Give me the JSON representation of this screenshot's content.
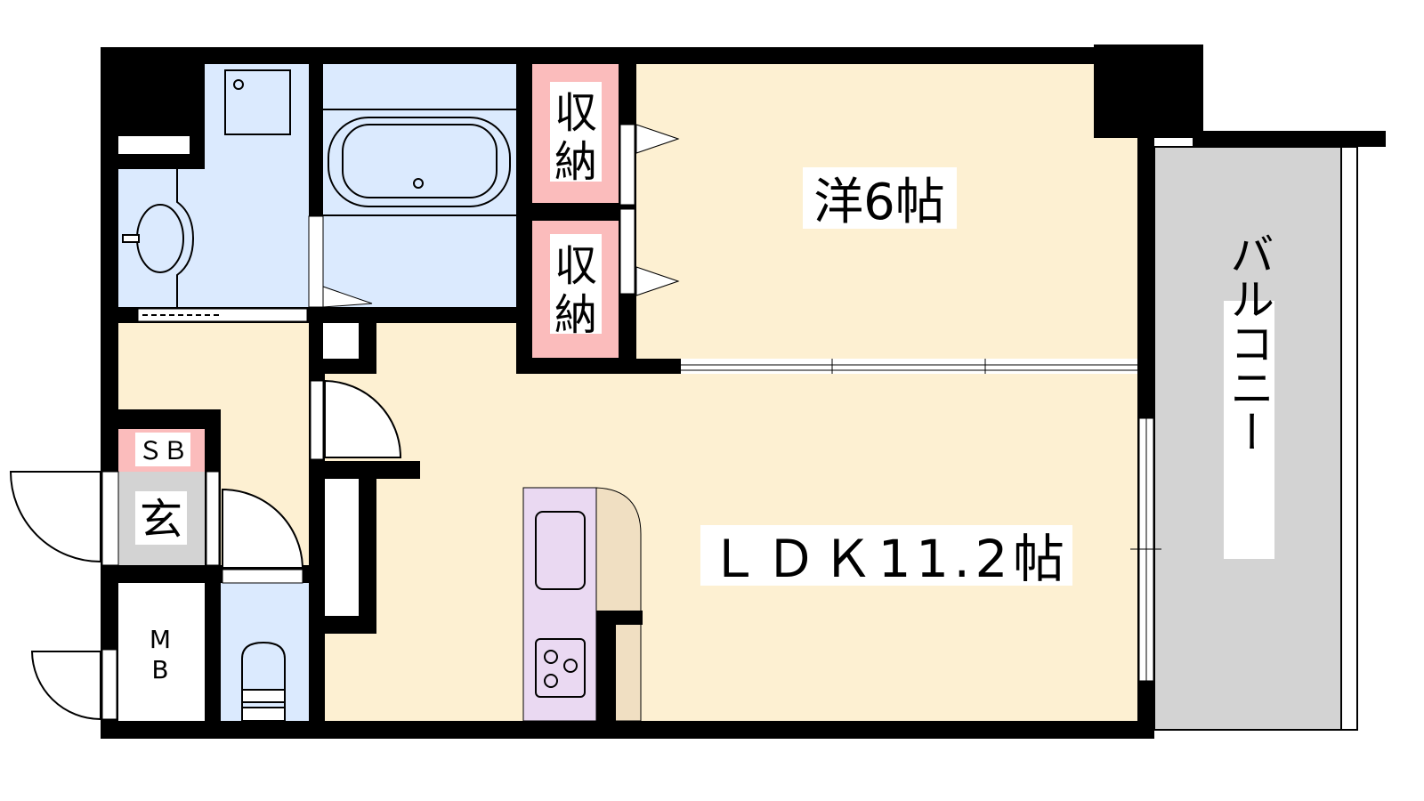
{
  "colors": {
    "wet_area": "#dbeafe",
    "room": "#fdf0d2",
    "storage": "#fbbcbc",
    "entrance": "#d3d3d3",
    "kitchen": "#ead9f2",
    "counter": "#f0dfc2",
    "balcony": "#d3d3d3",
    "wall": "#000000"
  },
  "rooms": {
    "western_room": "洋6帖",
    "ldk": "ＬＤＫ11.2帖",
    "storage_1": "収納",
    "storage_2": "収納",
    "balcony": "バルコニー",
    "shoe_box": "ＳＢ",
    "entrance": "玄",
    "meter_box_1": "M",
    "meter_box_2": "B"
  }
}
